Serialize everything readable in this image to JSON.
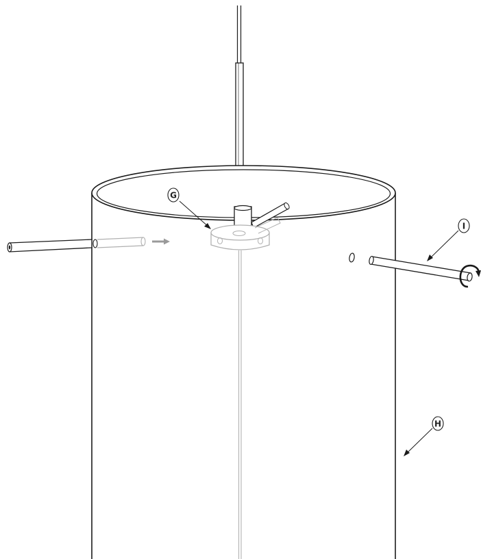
{
  "diagram": {
    "type": "assembly-illustration",
    "callouts": [
      {
        "id": "G",
        "label": "G"
      },
      {
        "id": "H",
        "label": "H"
      },
      {
        "id": "I",
        "label": "I"
      }
    ],
    "colors": {
      "line": "#1a1a1a",
      "ghost": "#b0b0b0",
      "arrow_gray": "#9a9a9a",
      "background": "#ffffff"
    }
  }
}
